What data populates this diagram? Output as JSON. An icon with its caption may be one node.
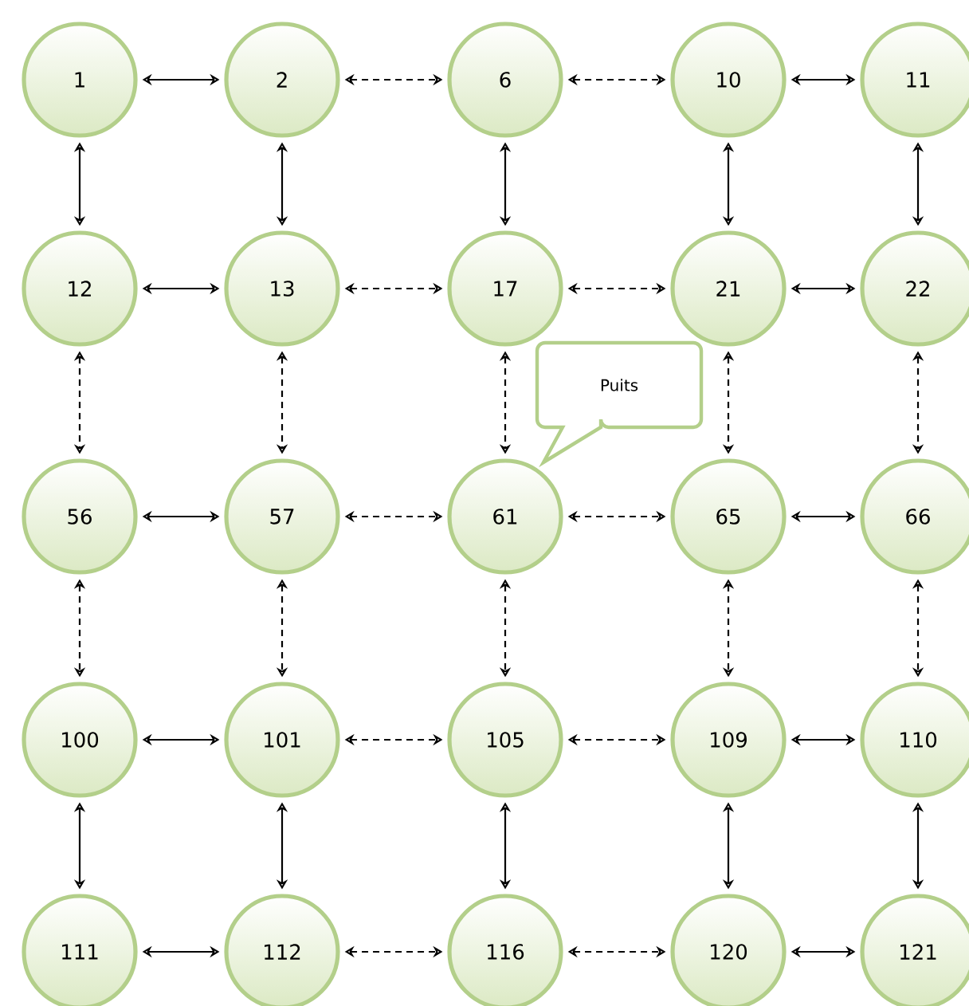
{
  "diagram": {
    "nodes": [
      {
        "text": [
          "1"
        ]
      },
      {
        "text": [
          "2"
        ]
      },
      {
        "text": [
          "6"
        ]
      },
      {
        "text": [
          "10"
        ]
      },
      {
        "text": [
          "11"
        ]
      },
      {
        "text": [
          "12"
        ]
      },
      {
        "text": [
          "13"
        ]
      },
      {
        "text": [
          "17"
        ]
      },
      {
        "text": [
          "21"
        ]
      },
      {
        "text": [
          "22"
        ]
      },
      {
        "text": [
          "56"
        ]
      },
      {
        "text": [
          "57"
        ]
      },
      {
        "text": [
          "61"
        ]
      },
      {
        "text": [
          "65"
        ]
      },
      {
        "text": [
          "66"
        ]
      },
      {
        "text": [
          "100"
        ]
      },
      {
        "text": [
          "101"
        ]
      },
      {
        "text": [
          "105"
        ]
      },
      {
        "text": [
          "109"
        ]
      },
      {
        "text": [
          "110"
        ]
      },
      {
        "text": [
          "111"
        ]
      },
      {
        "text": [
          "112"
        ]
      },
      {
        "text": [
          "116"
        ]
      },
      {
        "text": [
          "120"
        ]
      },
      {
        "text": [
          "121"
        ]
      },
      {
        "text": [
          "Puits"
        ]
      }
    ],
    "edges": [
      {
        "from": 0,
        "to": 1,
        "arrow": "both"
      },
      {
        "from": 1,
        "to": 2,
        "arrow": "both",
        "style": "dashed"
      },
      {
        "from": 2,
        "to": 3,
        "arrow": "both",
        "style": "dashed"
      },
      {
        "from": 3,
        "to": 4,
        "arrow": "both"
      },
      {
        "from": 5,
        "to": 6,
        "arrow": "both"
      },
      {
        "from": 6,
        "to": 7,
        "arrow": "both",
        "style": "dashed"
      },
      {
        "from": 7,
        "to": 8,
        "arrow": "both",
        "style": "dashed"
      },
      {
        "from": 8,
        "to": 9,
        "arrow": "both"
      },
      {
        "from": 10,
        "to": 11,
        "arrow": "both"
      },
      {
        "from": 11,
        "to": 12,
        "arrow": "both",
        "style": "dashed"
      },
      {
        "from": 12,
        "to": 13,
        "arrow": "both",
        "style": "dashed"
      },
      {
        "from": 13,
        "to": 14,
        "arrow": "both"
      },
      {
        "from": 15,
        "to": 16,
        "arrow": "both"
      },
      {
        "from": 16,
        "to": 17,
        "arrow": "both",
        "style": "dashed"
      },
      {
        "from": 17,
        "to": 18,
        "arrow": "both",
        "style": "dashed"
      },
      {
        "from": 18,
        "to": 19,
        "arrow": "both"
      },
      {
        "from": 20,
        "to": 21,
        "arrow": "both"
      },
      {
        "from": 21,
        "to": 22,
        "arrow": "both",
        "style": "dashed"
      },
      {
        "from": 22,
        "to": 23,
        "arrow": "both",
        "style": "dashed"
      },
      {
        "from": 23,
        "to": 24,
        "arrow": "both"
      },
      {
        "from": 0,
        "to": 5,
        "arrow": "both"
      },
      {
        "from": 1,
        "to": 6,
        "arrow": "both"
      },
      {
        "from": 2,
        "to": 7,
        "arrow": "both"
      },
      {
        "from": 3,
        "to": 8,
        "arrow": "both"
      },
      {
        "from": 4,
        "to": 9,
        "arrow": "both"
      },
      {
        "from": 5,
        "to": 10,
        "arrow": "both",
        "style": "dashed"
      },
      {
        "from": 6,
        "to": 11,
        "arrow": "both",
        "style": "dashed"
      },
      {
        "from": 7,
        "to": 12,
        "arrow": "both",
        "style": "dashed"
      },
      {
        "from": 8,
        "to": 13,
        "arrow": "both",
        "style": "dashed"
      },
      {
        "from": 9,
        "to": 14,
        "arrow": "both",
        "style": "dashed"
      },
      {
        "from": 10,
        "to": 15,
        "arrow": "both",
        "style": "dashed"
      },
      {
        "from": 11,
        "to": 16,
        "arrow": "both",
        "style": "dashed"
      },
      {
        "from": 12,
        "to": 17,
        "arrow": "both",
        "style": "dashed"
      },
      {
        "from": 13,
        "to": 18,
        "arrow": "both",
        "style": "dashed"
      },
      {
        "from": 14,
        "to": 19,
        "arrow": "both",
        "style": "dashed"
      },
      {
        "from": 15,
        "to": 20,
        "arrow": "both"
      },
      {
        "from": 16,
        "to": 21,
        "arrow": "both"
      },
      {
        "from": 17,
        "to": 22,
        "arrow": "both"
      },
      {
        "from": 18,
        "to": 23,
        "arrow": "both"
      },
      {
        "from": 19,
        "to": 24,
        "arrow": "both"
      }
    ]
  }
}
